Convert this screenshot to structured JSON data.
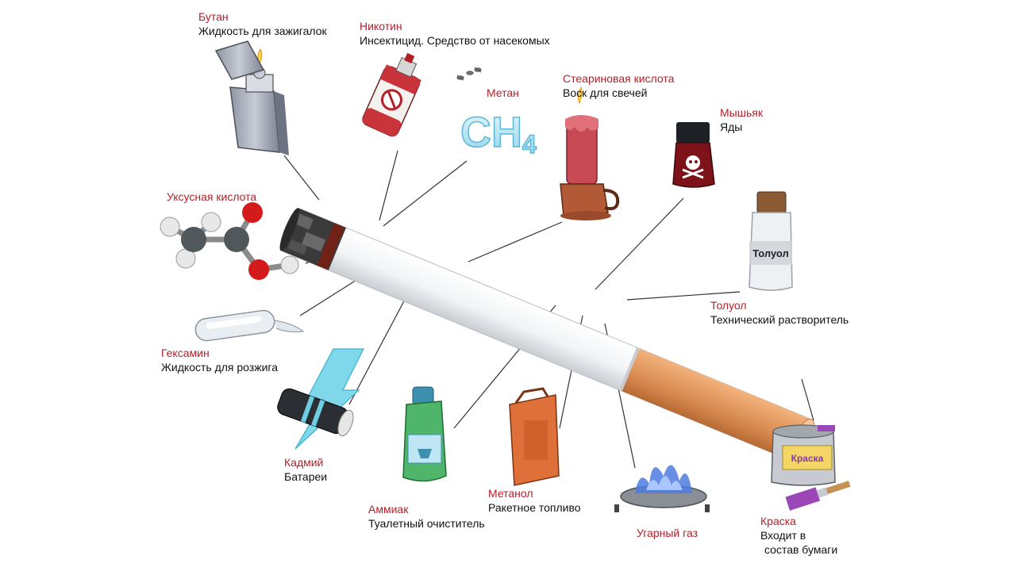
{
  "colors": {
    "name_red": "#b3212a",
    "desc_black": "#111111",
    "filter_orange": "#d9935f",
    "leader_line": "#333333"
  },
  "items": [
    {
      "id": "butane",
      "name": "Бутан",
      "desc": "Жидкость для зажигалок",
      "icon": "lighter-icon"
    },
    {
      "id": "nicotine",
      "name": "Никотин",
      "desc": "Инсектицид. Средство от насекомых",
      "icon": "insect-spray-icon"
    },
    {
      "id": "methane",
      "name": "Метан",
      "desc": "",
      "icon": "ch4-formula-icon",
      "formula": "CH",
      "formula_sub": "4"
    },
    {
      "id": "stearic",
      "name": "Стеариновая кислота",
      "desc": "Воск для свечей",
      "icon": "candle-icon"
    },
    {
      "id": "arsenic",
      "name": "Мышьяк",
      "desc": "Яды",
      "icon": "poison-bottle-icon"
    },
    {
      "id": "acetic",
      "name": "Уксусная кислота",
      "desc": "",
      "icon": "molecule-icon"
    },
    {
      "id": "toluene",
      "name": "Толуол",
      "desc": "Технический растворитель",
      "icon": "solvent-bottle-icon",
      "bottle_label": "Толуол"
    },
    {
      "id": "hexamine",
      "name": "Гексамин",
      "desc": "Жидкость для розжига",
      "icon": "test-tube-icon"
    },
    {
      "id": "cadmium",
      "name": "Кадмий",
      "desc": "Батареи",
      "icon": "battery-icon"
    },
    {
      "id": "ammonia",
      "name": "Аммиак",
      "desc": "Туалетный очиститель",
      "icon": "cleaner-bottle-icon"
    },
    {
      "id": "methanol",
      "name": "Метанол",
      "desc": "Ракетное топливо",
      "icon": "fuel-canister-icon"
    },
    {
      "id": "co",
      "name": "Угарный газ",
      "desc": "",
      "icon": "gas-flame-icon"
    },
    {
      "id": "paint",
      "name": "Краска",
      "desc": "Входит в",
      "desc2": "состав бумаги",
      "icon": "paint-can-icon",
      "can_label": "Краска"
    }
  ]
}
